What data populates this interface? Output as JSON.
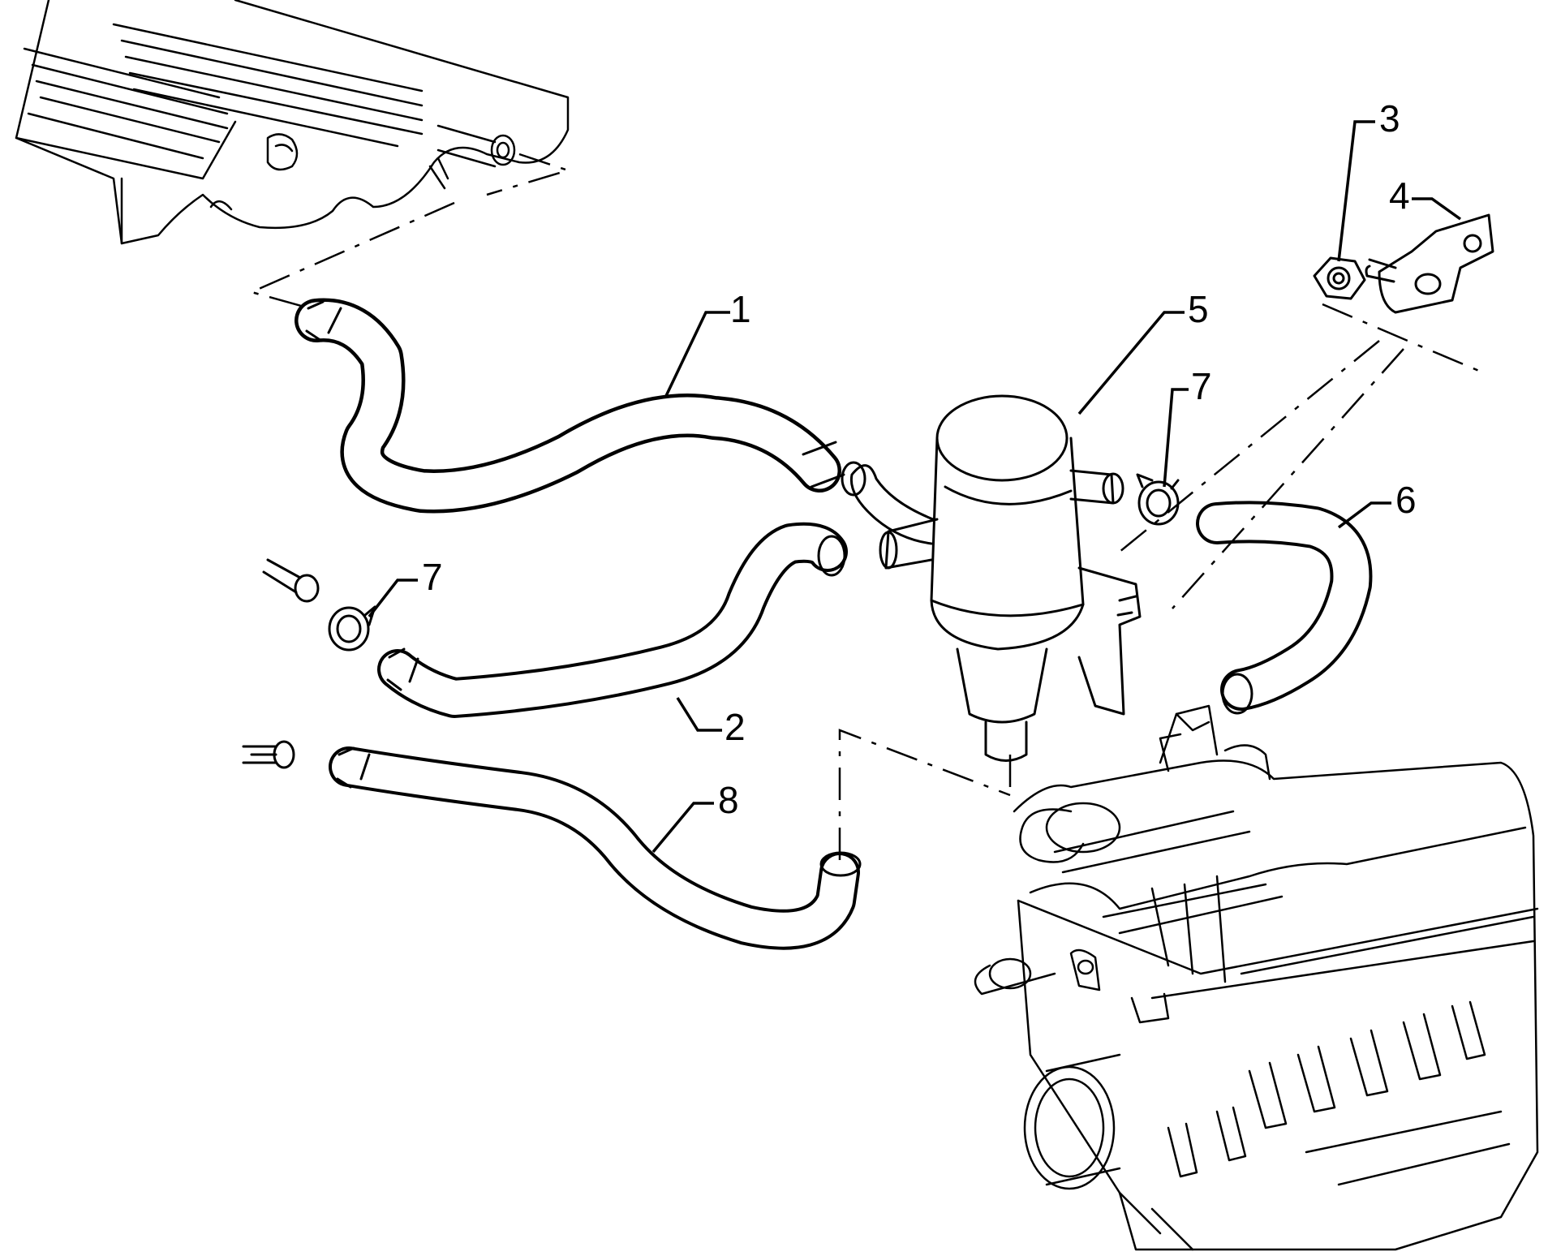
{
  "diagram": {
    "callouts": [
      {
        "id": "1",
        "label": "1"
      },
      {
        "id": "2",
        "label": "2"
      },
      {
        "id": "3",
        "label": "3"
      },
      {
        "id": "4",
        "label": "4"
      },
      {
        "id": "5",
        "label": "5"
      },
      {
        "id": "6",
        "label": "6"
      },
      {
        "id": "7a",
        "label": "7"
      },
      {
        "id": "7b",
        "label": "7"
      },
      {
        "id": "8",
        "label": "8"
      }
    ],
    "ink_color": "#000000",
    "background_color": "#ffffff"
  }
}
